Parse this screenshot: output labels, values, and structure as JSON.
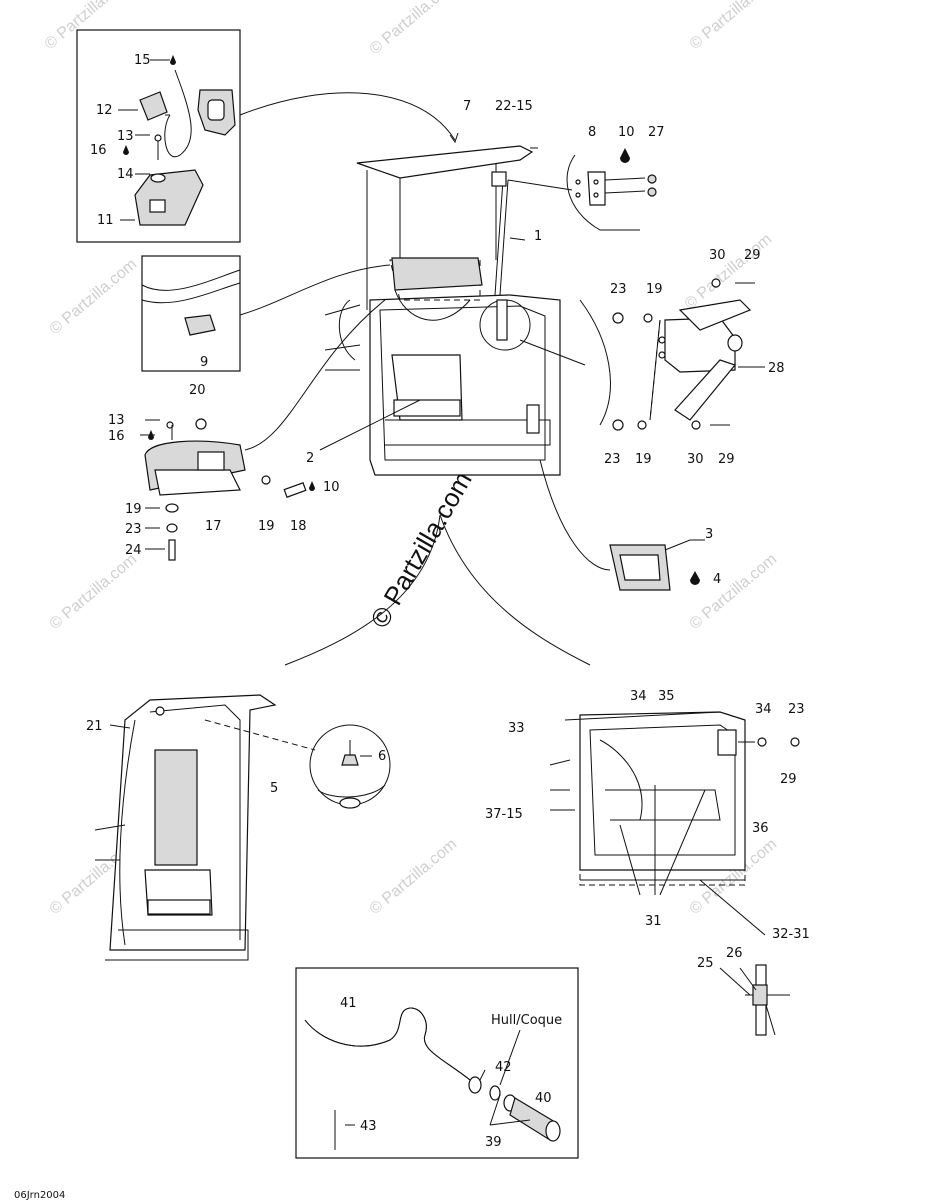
{
  "watermark": {
    "small": "© Partzilla.com",
    "center": "© Partzilla.com"
  },
  "drawing_code": "06Jrn2004",
  "hull_label": "Hull/Coque",
  "callouts": [
    {
      "id": "c15a",
      "text": "15"
    },
    {
      "id": "c12",
      "text": "12"
    },
    {
      "id": "c13a",
      "text": "13"
    },
    {
      "id": "c16a",
      "text": "16"
    },
    {
      "id": "c14",
      "text": "14"
    },
    {
      "id": "c11",
      "text": "11"
    },
    {
      "id": "c7",
      "text": "7"
    },
    {
      "id": "c22_15",
      "text": "22-15"
    },
    {
      "id": "c8",
      "text": "8"
    },
    {
      "id": "c10a",
      "text": "10"
    },
    {
      "id": "c27",
      "text": "27"
    },
    {
      "id": "c1",
      "text": "1"
    },
    {
      "id": "c30a",
      "text": "30"
    },
    {
      "id": "c29a",
      "text": "29"
    },
    {
      "id": "c23a",
      "text": "23"
    },
    {
      "id": "c19a",
      "text": "19"
    },
    {
      "id": "c9",
      "text": "9"
    },
    {
      "id": "c28",
      "text": "28"
    },
    {
      "id": "c20",
      "text": "20"
    },
    {
      "id": "c13b",
      "text": "13"
    },
    {
      "id": "c16b",
      "text": "16"
    },
    {
      "id": "c23b",
      "text": "23"
    },
    {
      "id": "c19b",
      "text": "19"
    },
    {
      "id": "c30b",
      "text": "30"
    },
    {
      "id": "c29b",
      "text": "29"
    },
    {
      "id": "c2",
      "text": "2"
    },
    {
      "id": "c10b",
      "text": "10"
    },
    {
      "id": "c19c",
      "text": "19"
    },
    {
      "id": "c19d",
      "text": "19"
    },
    {
      "id": "c18",
      "text": "18"
    },
    {
      "id": "c17",
      "text": "17"
    },
    {
      "id": "c23c",
      "text": "23"
    },
    {
      "id": "c24",
      "text": "24"
    },
    {
      "id": "c3",
      "text": "3"
    },
    {
      "id": "c4",
      "text": "4"
    },
    {
      "id": "c34a",
      "text": "34"
    },
    {
      "id": "c35",
      "text": "35"
    },
    {
      "id": "c33",
      "text": "33"
    },
    {
      "id": "c34b",
      "text": "34"
    },
    {
      "id": "c23d",
      "text": "23"
    },
    {
      "id": "c21",
      "text": "21"
    },
    {
      "id": "c6",
      "text": "6"
    },
    {
      "id": "c5",
      "text": "5"
    },
    {
      "id": "c29c",
      "text": "29"
    },
    {
      "id": "c37_15",
      "text": "37-15"
    },
    {
      "id": "c36",
      "text": "36"
    },
    {
      "id": "c31",
      "text": "31"
    },
    {
      "id": "c32_31",
      "text": "32-31"
    },
    {
      "id": "c26",
      "text": "26"
    },
    {
      "id": "c25",
      "text": "25"
    },
    {
      "id": "c41",
      "text": "41"
    },
    {
      "id": "c42",
      "text": "42"
    },
    {
      "id": "c40",
      "text": "40"
    },
    {
      "id": "c39",
      "text": "39"
    },
    {
      "id": "c43",
      "text": "43"
    }
  ]
}
